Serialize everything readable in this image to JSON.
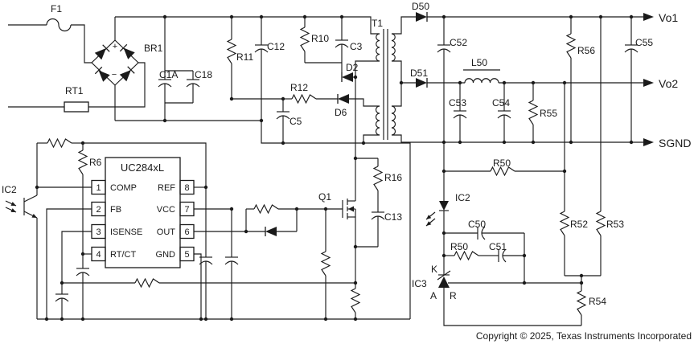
{
  "labels": {
    "f1": "F1",
    "rt1": "RT1",
    "br1": "BR1",
    "plus": "+",
    "minus": "−",
    "c1a": "C1A",
    "c18": "C18",
    "r11": "R11",
    "c12": "C12",
    "r10": "R10",
    "c3": "C3",
    "d2": "D2",
    "r12": "R12",
    "d6": "D6",
    "c5": "C5",
    "t1": "T1",
    "d50": "D50",
    "d51": "D51",
    "c52": "C52",
    "l50": "L50",
    "c53": "C53",
    "c54": "C54",
    "r55": "R55",
    "r56": "R56",
    "c55": "C55",
    "r50_top": "R50",
    "ic2_right": "IC2",
    "c50": "C50",
    "r50_bottom": "R50",
    "c51": "C51",
    "ic3": "IC3",
    "k": "K",
    "a": "A",
    "r": "R",
    "r52": "R52",
    "r53": "R53",
    "r54": "R54",
    "ic2_left": "IC2",
    "r6": "R6",
    "q1": "Q1",
    "r16": "R16",
    "c13": "C13"
  },
  "ic": {
    "name": "UC284xL",
    "pins": [
      {
        "num": "1",
        "name": "COMP"
      },
      {
        "num": "2",
        "name": "FB"
      },
      {
        "num": "3",
        "name": "ISENSE"
      },
      {
        "num": "4",
        "name": "RT/CT"
      },
      {
        "num": "8",
        "name": "REF"
      },
      {
        "num": "7",
        "name": "VCC"
      },
      {
        "num": "6",
        "name": "OUT"
      },
      {
        "num": "5",
        "name": "GND"
      }
    ]
  },
  "outputs": {
    "vo1": "Vo1",
    "vo2": "Vo2",
    "sgnd": "SGND"
  },
  "footer": {
    "copyright": "Copyright © 2025, Texas Instruments Incorporated"
  },
  "colors": {
    "line": "#1a1a1a",
    "background": "#ffffff"
  }
}
